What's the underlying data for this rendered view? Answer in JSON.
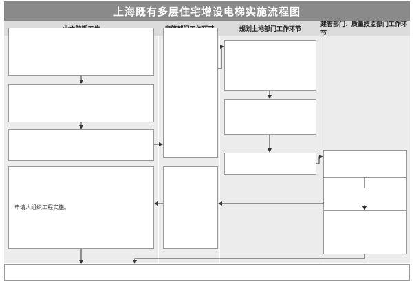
{
  "header": {
    "title": "上海既有多层住宅增设电梯实施流程图"
  },
  "columns": [
    {
      "label": "业主前期工作"
    },
    {
      "label": "房管部门工作环节"
    },
    {
      "label": "规划土地部门工作环节"
    },
    {
      "label": "建管部门、质量技监部门工作环节"
    }
  ],
  "boxes": {
    "owner_1": "",
    "owner_2": "",
    "owner_3": "",
    "owner_4": "申请人组织工程实施。",
    "housing_1": "",
    "housing_2": "",
    "planning_1": "",
    "planning_2": "",
    "planning_3": "",
    "construction_1": "",
    "construction_2": "",
    "construction_3": ""
  },
  "bottom": {
    "text": ""
  },
  "footer": {
    "note": ""
  },
  "colors": {
    "title_bg": "#8a8a8a",
    "column_header_bg": "#dcdcdc",
    "lane_bg": "#ececec",
    "box_border": "#999999",
    "arrow": "#333333"
  }
}
